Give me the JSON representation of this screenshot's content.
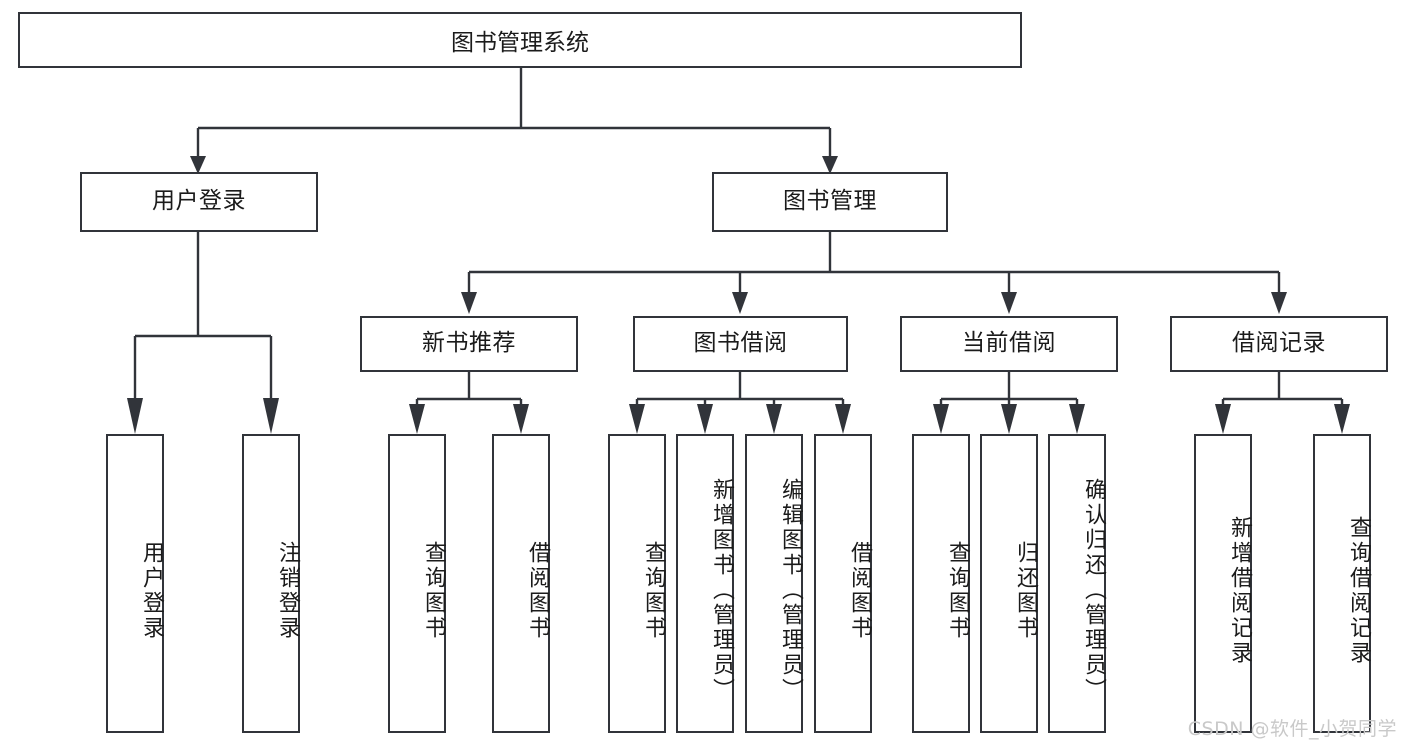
{
  "diagram": {
    "title": "图书管理系统",
    "type": "tree-hierarchy",
    "root": {
      "label": "图书管理系统"
    },
    "level2": [
      {
        "label": "用户登录"
      },
      {
        "label": "图书管理"
      }
    ],
    "level3": [
      {
        "label": "新书推荐"
      },
      {
        "label": "图书借阅"
      },
      {
        "label": "当前借阅"
      },
      {
        "label": "借阅记录"
      }
    ],
    "leaves": {
      "user_login": [
        {
          "label": "用户登录"
        },
        {
          "label": "注销登录"
        }
      ],
      "new_book_recommend": [
        {
          "label": "查询图书"
        },
        {
          "label": "借阅图书"
        }
      ],
      "book_borrow": [
        {
          "label": "查询图书"
        },
        {
          "label": "新增图书（管理员）"
        },
        {
          "label": "编辑图书（管理员）"
        },
        {
          "label": "借阅图书"
        }
      ],
      "current_borrow": [
        {
          "label": "查询图书"
        },
        {
          "label": "归还图书"
        },
        {
          "label": "确认归还（管理员）"
        }
      ],
      "borrow_record": [
        {
          "label": "新增借阅记录"
        },
        {
          "label": "查询借阅记录"
        }
      ]
    }
  },
  "watermark": {
    "text": "CSDN @软件_小贺同学"
  },
  "colors": {
    "stroke": "#31343a",
    "background": "#ffffff",
    "text": "#1b1b1b",
    "watermark": "#c9c9c9"
  }
}
